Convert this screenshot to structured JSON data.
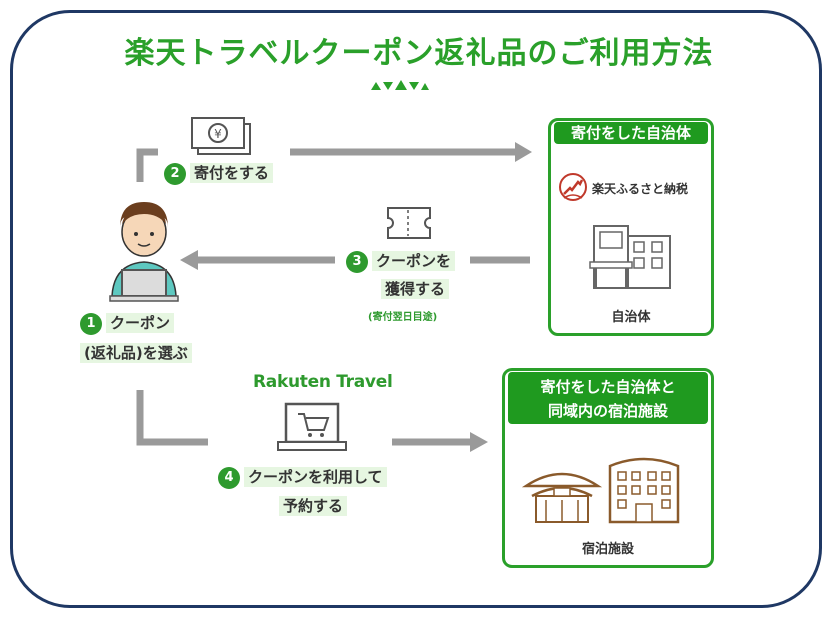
{
  "title": "楽天トラベルクーポン返礼品のご利用方法",
  "steps": {
    "step1": {
      "num": "1",
      "line1": "クーポン",
      "line2": "(返礼品)を選ぶ"
    },
    "step2": {
      "num": "2",
      "label": "寄付をする"
    },
    "step3": {
      "num": "3",
      "line1": "クーポンを",
      "line2": "獲得する",
      "note": "(寄付翌日目途)"
    },
    "step4": {
      "num": "4",
      "line1": "クーポンを利用して",
      "line2": "予約する"
    }
  },
  "municipality_box": {
    "header": "寄付をした自治体",
    "logo_text": "楽天ふるさと納税",
    "footer": "自治体"
  },
  "lodging_box": {
    "header_line1": "寄付をした自治体と",
    "header_line2": "同域内の宿泊施設",
    "footer": "宿泊施設"
  },
  "rakuten_travel_logo": "Rakuten Travel",
  "icons": [
    "money-icon",
    "user-at-laptop-icon",
    "coupon-ticket-icon",
    "laptop-cart-icon",
    "government-building-icon",
    "ryokan-icon",
    "hotel-building-icon",
    "japan-map-logo-icon"
  ],
  "colors": {
    "green": "#2aa02a",
    "dark_green": "#1f9a1f",
    "frame": "#1f3864",
    "arrow": "#9a9a9a",
    "highlight": "#e6f6e1"
  }
}
